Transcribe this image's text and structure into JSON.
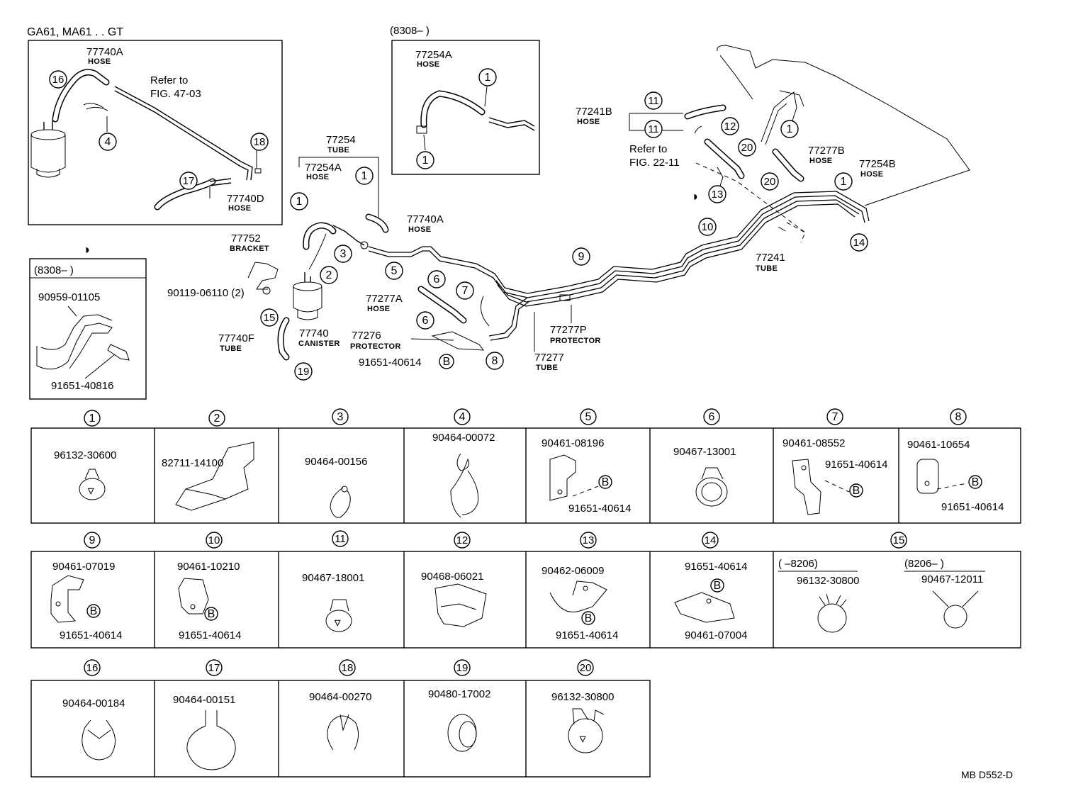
{
  "header": {
    "model": "GA61, MA61 . . GT",
    "code": "MB  D552-D"
  },
  "inset_main": {
    "hose_top_pn": "77740A",
    "hose_top_name": "HOSE",
    "refer_line1": "Refer to",
    "refer_line2": "FIG. 47-03",
    "hose_bottom_pn": "77740D",
    "hose_bottom_name": "HOSE",
    "callouts": [
      "16",
      "4",
      "18",
      "17"
    ]
  },
  "inset_8308_top": {
    "date": "(8308–        )",
    "hose_pn": "77254A",
    "hose_name": "HOSE",
    "callouts": [
      "1",
      "1"
    ]
  },
  "inset_8308_left": {
    "symbol": "◑",
    "date": "(8308–        )",
    "bracket_pn": "90959-01105",
    "bolt_pn": "91651-40816"
  },
  "main_labels": {
    "tube_77254": "77254",
    "tube_77254_name": "TUBE",
    "hose_77254A": "77254A",
    "hose_77254A_name": "HOSE",
    "hose_77740A": "77740A",
    "hose_77740A_name": "HOSE",
    "bracket_77752": "77752",
    "bracket_77752_name": "BRACKET",
    "bolt_90119": "90119-06110 (2)",
    "tube_77740F": "77740F",
    "tube_77740F_name": "TUBE",
    "canister_77740": "77740",
    "canister_77740_name": "CANISTER",
    "protector_77276": "77276",
    "protector_77276_name": "PROTECTOR",
    "hose_77277A": "77277A",
    "hose_77277A_name": "HOSE",
    "bolt_91651": "91651-40614",
    "protector_77277P": "77277P",
    "protector_77277P_name": "PROTECTOR",
    "tube_77277": "77277",
    "tube_77277_name": "TUBE",
    "hose_77241B": "77241B",
    "hose_77241B_name": "HOSE",
    "refer2_line1": "Refer to",
    "refer2_line2": "FIG. 22-11",
    "hose_77277B": "77277B",
    "hose_77277B_name": "HOSE",
    "hose_77254B": "77254B",
    "hose_77254B_name": "HOSE",
    "tube_77241": "77241",
    "tube_77241_name": "TUBE",
    "symbol_13": "◑"
  },
  "callout_B": "B",
  "parts_table": [
    {
      "num": "1",
      "lines": [
        "96132-30600"
      ]
    },
    {
      "num": "2",
      "lines": [
        "82711-14100"
      ]
    },
    {
      "num": "3",
      "lines": [
        "90464-00156"
      ]
    },
    {
      "num": "4",
      "lines": [
        "90464-00072"
      ]
    },
    {
      "num": "5",
      "lines": [
        "90461-08196",
        "91651-40614"
      ]
    },
    {
      "num": "6",
      "lines": [
        "90467-13001"
      ]
    },
    {
      "num": "7",
      "lines": [
        "90461-08552",
        "91651-40614"
      ]
    },
    {
      "num": "8",
      "lines": [
        "90461-10654",
        "91651-40614"
      ]
    },
    {
      "num": "9",
      "lines": [
        "90461-07019",
        "91651-40614"
      ]
    },
    {
      "num": "10",
      "lines": [
        "90461-10210",
        "91651-40614"
      ]
    },
    {
      "num": "11",
      "lines": [
        "90467-18001"
      ]
    },
    {
      "num": "12",
      "lines": [
        "90468-06021"
      ]
    },
    {
      "num": "13",
      "lines": [
        "90462-06009",
        "91651-40614"
      ]
    },
    {
      "num": "14",
      "lines": [
        "91651-40614",
        "90461-07004"
      ]
    },
    {
      "num": "15",
      "lines": [
        "(        –8206)",
        "96132-30800",
        "(8206–        )",
        "90467-12011"
      ]
    },
    {
      "num": "16",
      "lines": [
        "90464-00184"
      ]
    },
    {
      "num": "17",
      "lines": [
        "90464-00151"
      ]
    },
    {
      "num": "18",
      "lines": [
        "90464-00270"
      ]
    },
    {
      "num": "19",
      "lines": [
        "90480-17002"
      ]
    },
    {
      "num": "20",
      "lines": [
        "96132-30800"
      ]
    }
  ]
}
